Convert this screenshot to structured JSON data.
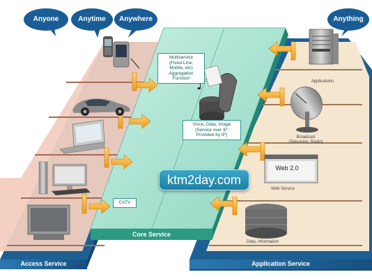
{
  "bubbles": {
    "anyone": "Anyone",
    "anytime": "Anytime",
    "anywhere": "Anywhere",
    "anything": "Anything"
  },
  "core": {
    "multiservice": "Multiservice\n(Fixed-Line,\nMobile, etc)\nAggregation Function",
    "voice_data": "Voice, Data, Image\n(Service over IP:\nProvided by IP)",
    "catv": "CATV"
  },
  "application_labels": {
    "applications": "Applications",
    "broadcast": "Broadcast\n(Television, Radio)",
    "web_service": "Web Service",
    "web20": "Web 2.0",
    "data_information": "Data, Information"
  },
  "bands": {
    "access": "Access Service",
    "core": "Core Service",
    "application": "Application Service"
  },
  "watermark": "ktm2day.com",
  "colors": {
    "access_band": "#1d5f93",
    "access_floor": "#f2cdbf",
    "core_plane": "#a8e3cf",
    "app_floor": "#f5e6cf",
    "arrow": "#f2a31b",
    "bubble": "#1a5d96"
  }
}
